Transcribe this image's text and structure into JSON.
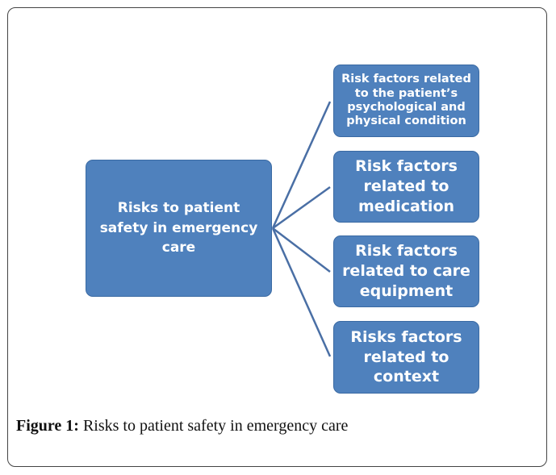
{
  "diagram": {
    "root": {
      "label": "Risks to patient\nsafety in emergency\ncare"
    },
    "children": [
      {
        "label": "Risk factors related\nto the patient’s\npsychological and\nphysical condition"
      },
      {
        "label": "Risk factors\nrelated to\nmedication"
      },
      {
        "label": "Risk factors\nrelated to care\nequipment"
      },
      {
        "label": "Risks factors\nrelated to\ncontext"
      }
    ],
    "colors": {
      "box_fill": "#4f81bd",
      "box_text": "#ffffff",
      "connector": "#4a6fa5"
    }
  },
  "caption": {
    "label": "Figure 1:",
    "text": " Risks to patient safety in emergency care"
  }
}
